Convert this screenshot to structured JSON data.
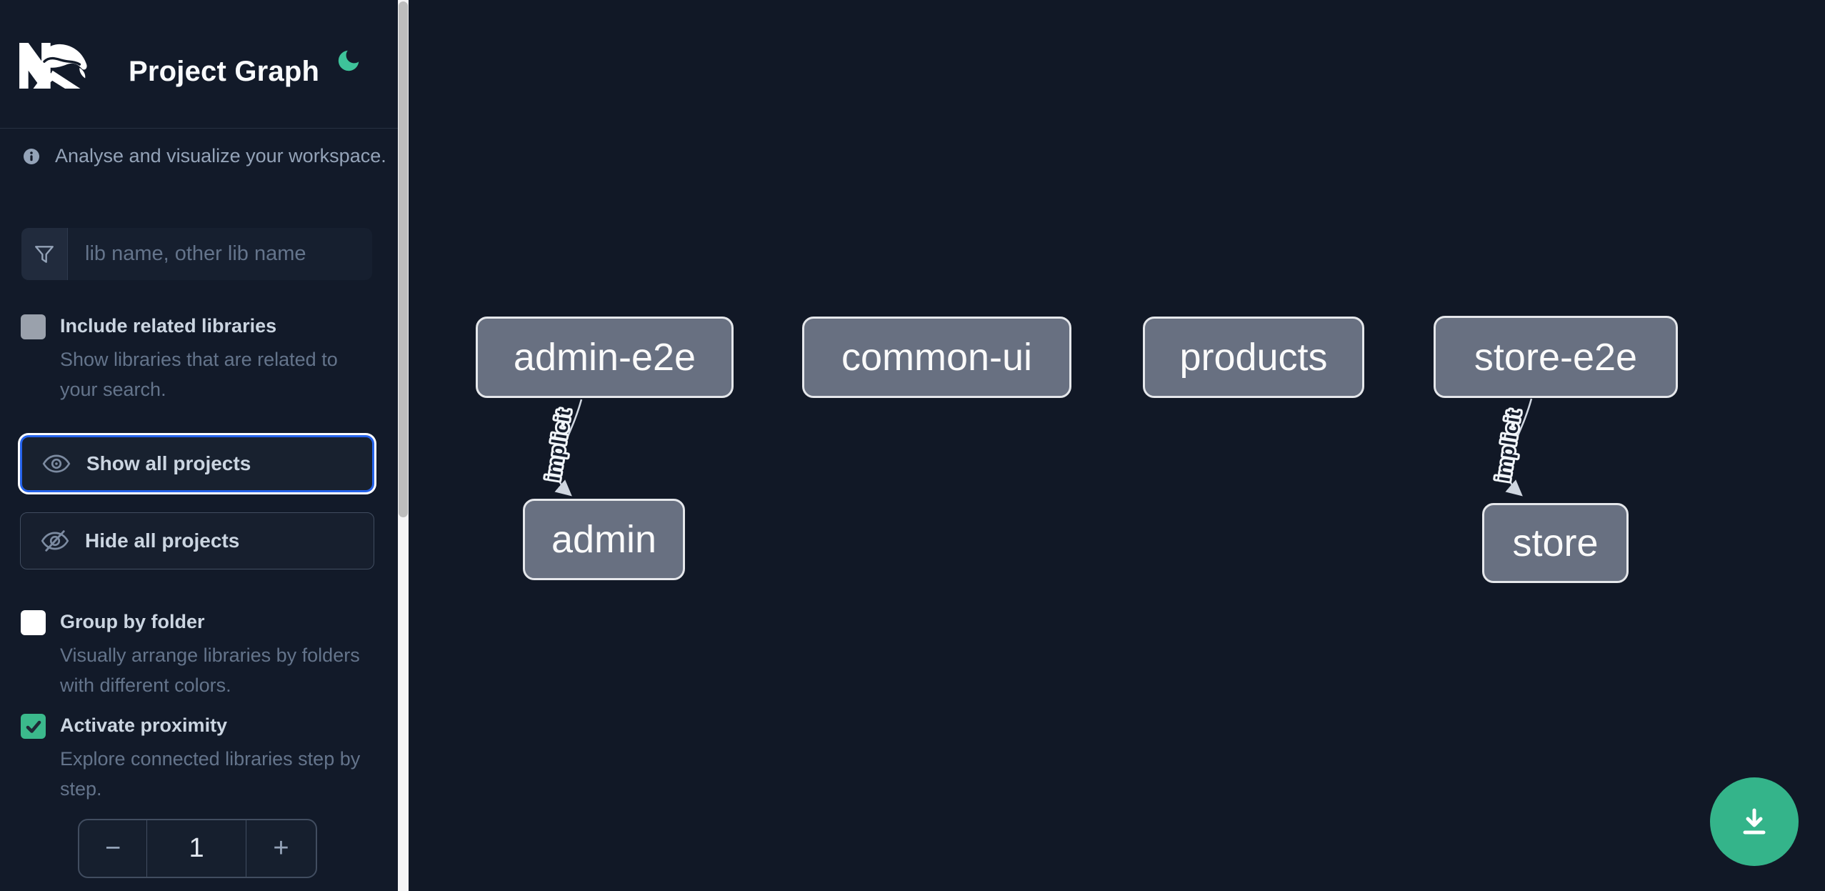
{
  "app": {
    "title": "Project Graph",
    "logo": "nx-logo",
    "theme_toggle_icon": "moon-icon"
  },
  "sidebar": {
    "tagline": "Analyse and visualize your workspace.",
    "filter": {
      "icon": "funnel-icon",
      "placeholder": "lib name, other lib name",
      "value": ""
    },
    "options": [
      {
        "id": "include-related-libraries",
        "label": "Include related libraries",
        "description": "Show libraries that are related to your search.",
        "checked": false,
        "disabled": true
      },
      {
        "id": "group-by-folder",
        "label": "Group by folder",
        "description": "Visually arrange libraries by folders with different colors.",
        "checked": false,
        "disabled": false
      },
      {
        "id": "activate-proximity",
        "label": "Activate proximity",
        "description": "Explore connected libraries step by step.",
        "checked": true,
        "disabled": false
      }
    ],
    "buttons": [
      {
        "id": "show-all",
        "label": "Show all projects",
        "icon": "eye-icon",
        "focused": true
      },
      {
        "id": "hide-all",
        "label": "Hide all projects",
        "icon": "eye-off-icon",
        "focused": false
      }
    ],
    "proximity_stepper": {
      "decrement": "−",
      "value": "1",
      "increment": "+"
    }
  },
  "graph": {
    "nodes": [
      {
        "id": "admin-e2e",
        "label": "admin-e2e"
      },
      {
        "id": "common-ui",
        "label": "common-ui"
      },
      {
        "id": "products",
        "label": "products"
      },
      {
        "id": "store-e2e",
        "label": "store-e2e"
      },
      {
        "id": "admin",
        "label": "admin"
      },
      {
        "id": "store",
        "label": "store"
      }
    ],
    "edges": [
      {
        "source": "admin-e2e",
        "target": "admin",
        "label": "implicit"
      },
      {
        "source": "store-e2e",
        "target": "store",
        "label": "implicit"
      }
    ]
  },
  "fab": {
    "icon": "download-icon"
  },
  "colors": {
    "focus_ring_blue": "#2563eb",
    "checkbox_green": "#3bb98c",
    "moon_green": "#3ec39a",
    "fab_green": "#34b48a",
    "node_gray": "#687081",
    "scrollbar_track": "#f4f4f5",
    "scrollbar_thumb": "#bdbdbd"
  }
}
